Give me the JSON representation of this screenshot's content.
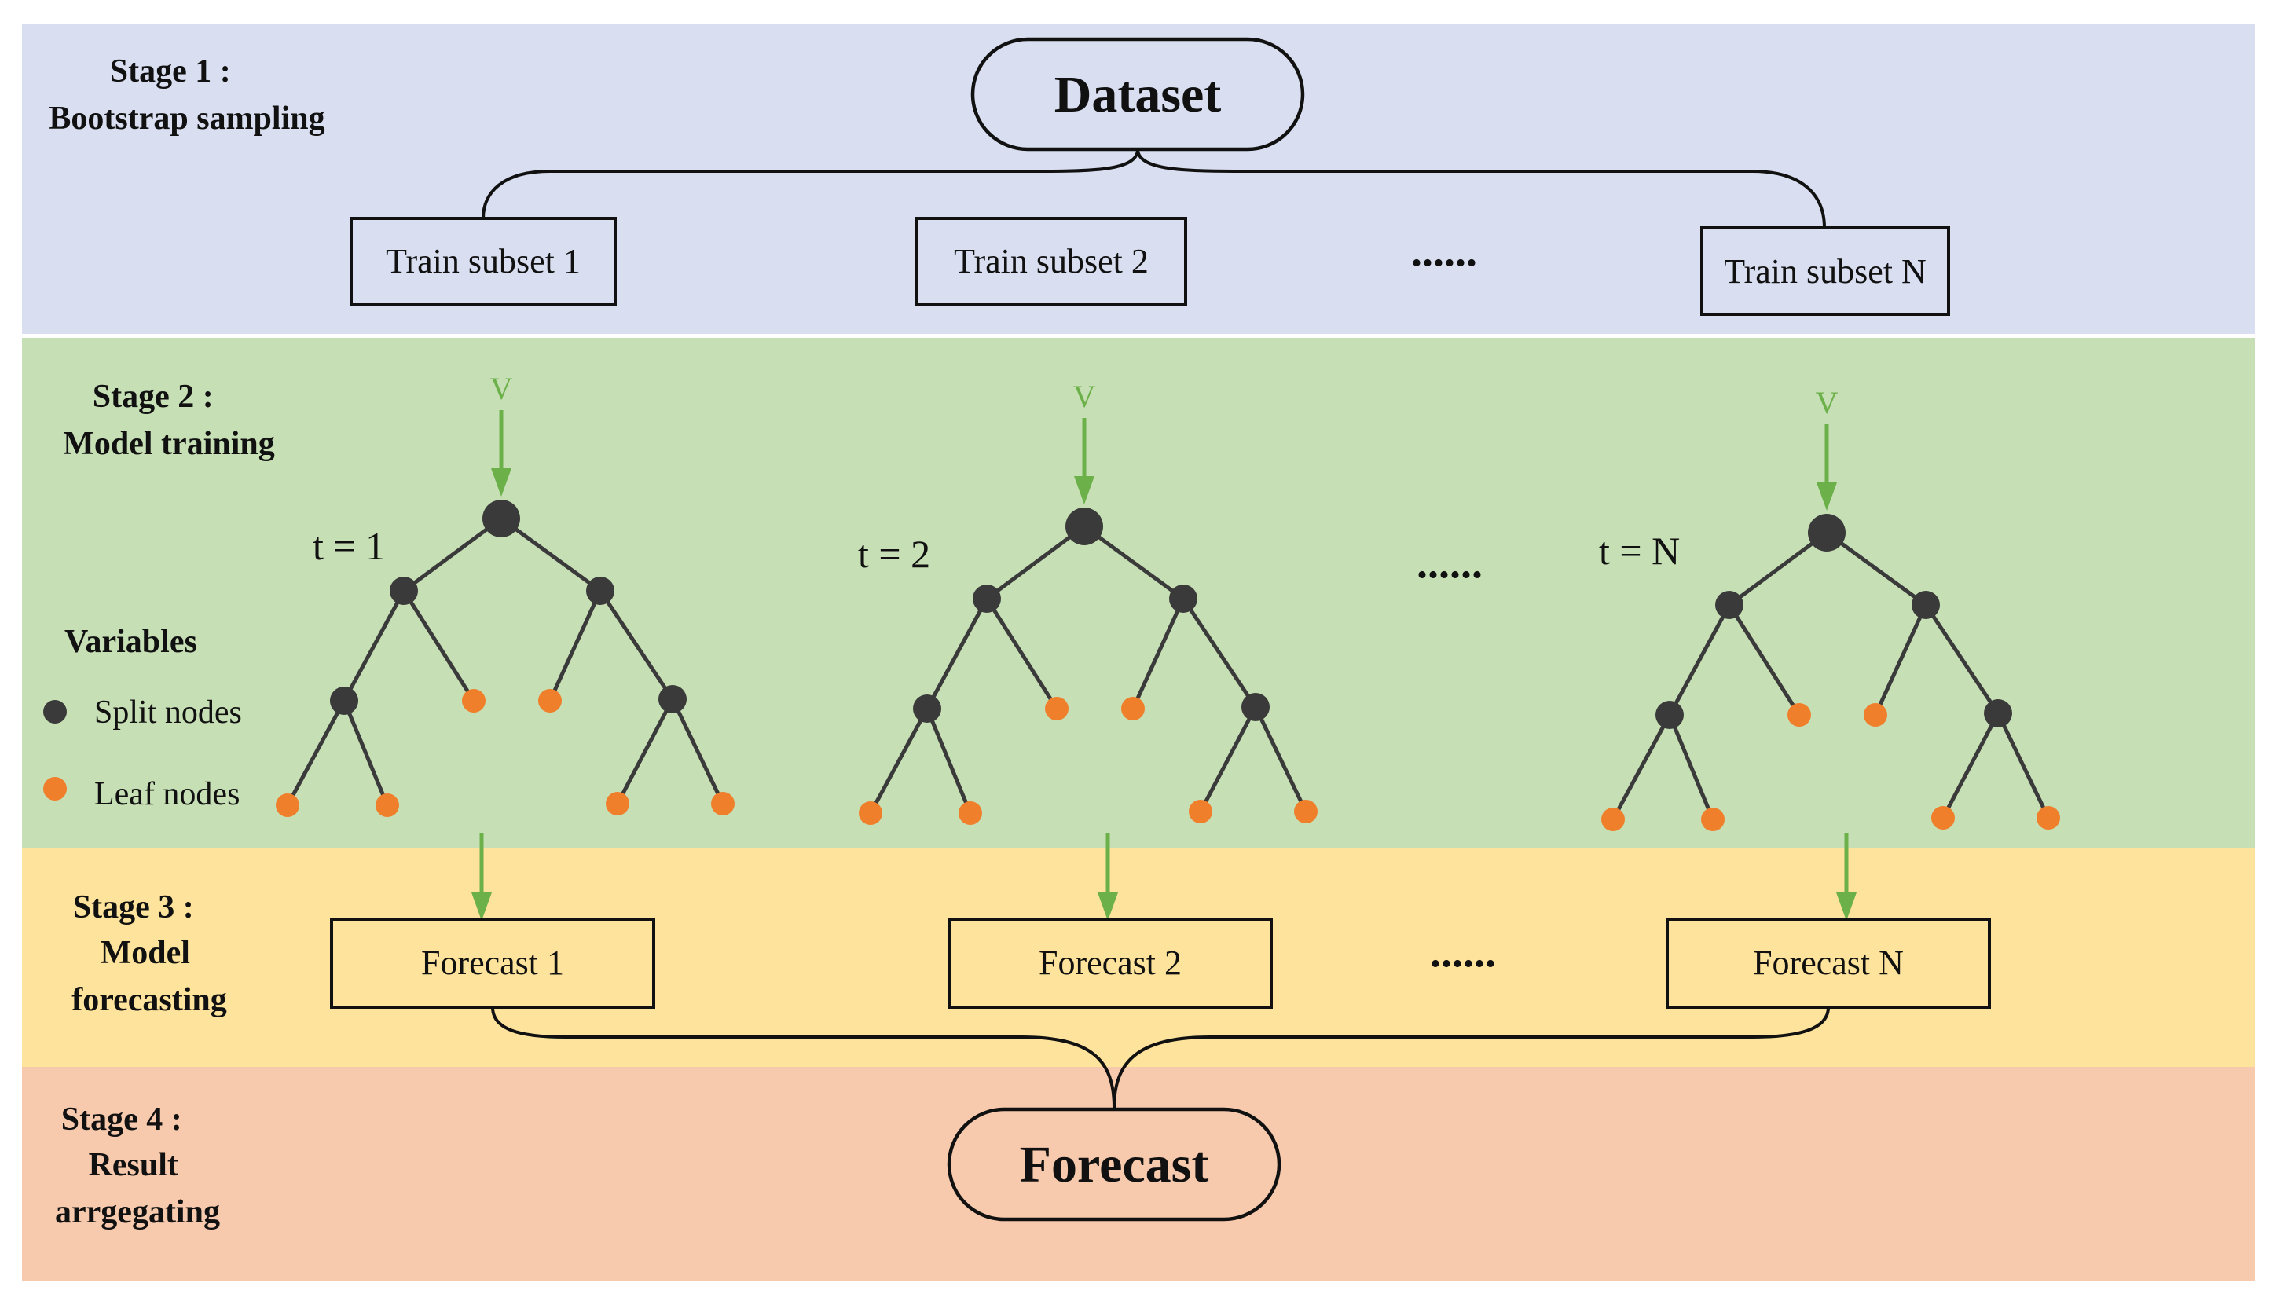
{
  "stages": [
    {
      "lines": [
        "Stage 1 :",
        "Bootstrap sampling"
      ]
    },
    {
      "lines": [
        "Stage 2 :",
        "Model training"
      ]
    },
    {
      "lines": [
        "Stage 3 :",
        "Model",
        "forecasting"
      ]
    },
    {
      "lines": [
        "Stage 4 :",
        "Result",
        "arrgegating"
      ]
    }
  ],
  "dataset_label": "Dataset",
  "forecast_label": "Forecast",
  "train_subsets": [
    "Train subset 1",
    "Train subset 2",
    "Train subset N"
  ],
  "forecasts": [
    "Forecast 1",
    "Forecast 2",
    "Forecast N"
  ],
  "trees": [
    {
      "t_label": "t = 1",
      "input_label": "V"
    },
    {
      "t_label": "t = 2",
      "input_label": "V"
    },
    {
      "t_label": "t = N",
      "input_label": "V"
    }
  ],
  "ellipsis": "......",
  "legend": {
    "title": "Variables",
    "split_label": "Split nodes",
    "leaf_label": "Leaf nodes"
  },
  "colors": {
    "stage1_bg": "#d9dff1",
    "stage2_bg": "#c6dfb5",
    "stage3_bg": "#fde39b",
    "stage4_bg": "#f7c9ad",
    "split_node": "#3a3a3a",
    "leaf_node": "#f07f2c",
    "arrow": "#6cb04a"
  }
}
